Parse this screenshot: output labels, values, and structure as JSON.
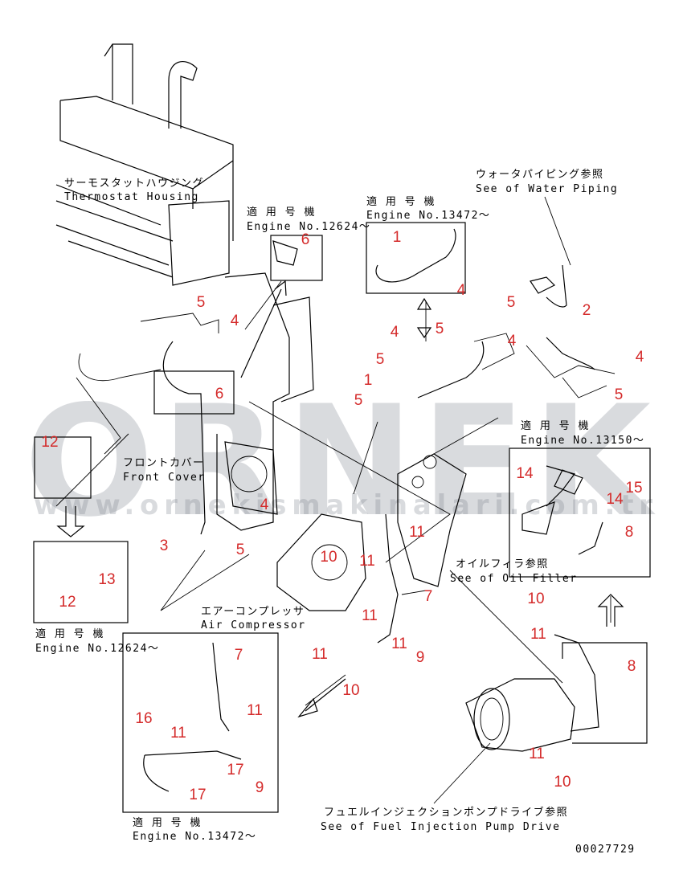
{
  "labels": {
    "thermostat_jp": "サーモスタットハウジング",
    "thermostat_en": "Thermostat Housing",
    "eng12624_jp": "適 用 号 機",
    "eng12624_en": "Engine No.12624～",
    "eng13472_jp": "適 用 号 機",
    "eng13472_en": "Engine No.13472～",
    "water_jp": "ウォータパイピング参照",
    "water_en": "See of Water Piping",
    "eng13150_jp": "適 用 号 機",
    "eng13150_en": "Engine No.13150～",
    "front_jp": "フロントカバー",
    "front_en": "Front Cover",
    "oil_jp": "オイルフィラ参照",
    "oil_en": "See of Oil Filler",
    "air_jp": "エアーコンプレッサ",
    "air_en": "Air Compressor",
    "eng12624b_jp": "適 用 号 機",
    "eng12624b_en": "Engine No.12624～",
    "eng13472b_jp": "適 用 号 機",
    "eng13472b_en": "Engine No.13472～",
    "fuel_jp": "フュエルインジェクションポンプドライブ参照",
    "fuel_en": "See of Fuel Injection Pump Drive",
    "drawing_no": "00027729"
  },
  "watermark": {
    "brand": "ORNEK",
    "url": "www.ornekismakinalari.com.tr"
  },
  "callouts": [
    "1",
    "4",
    "5",
    "4",
    "6",
    "6",
    "5",
    "2",
    "5",
    "4",
    "4",
    "4",
    "5",
    "1",
    "5",
    "5",
    "12",
    "14",
    "15",
    "14",
    "8",
    "4",
    "11",
    "3",
    "5",
    "10",
    "11",
    "7",
    "13",
    "12",
    "10",
    "11",
    "11",
    "8",
    "11",
    "11",
    "9",
    "7",
    "11",
    "16",
    "11",
    "17",
    "9",
    "17",
    "10",
    "11",
    "10"
  ],
  "colors": {
    "callout": "#d42a2a",
    "line": "#000000"
  }
}
